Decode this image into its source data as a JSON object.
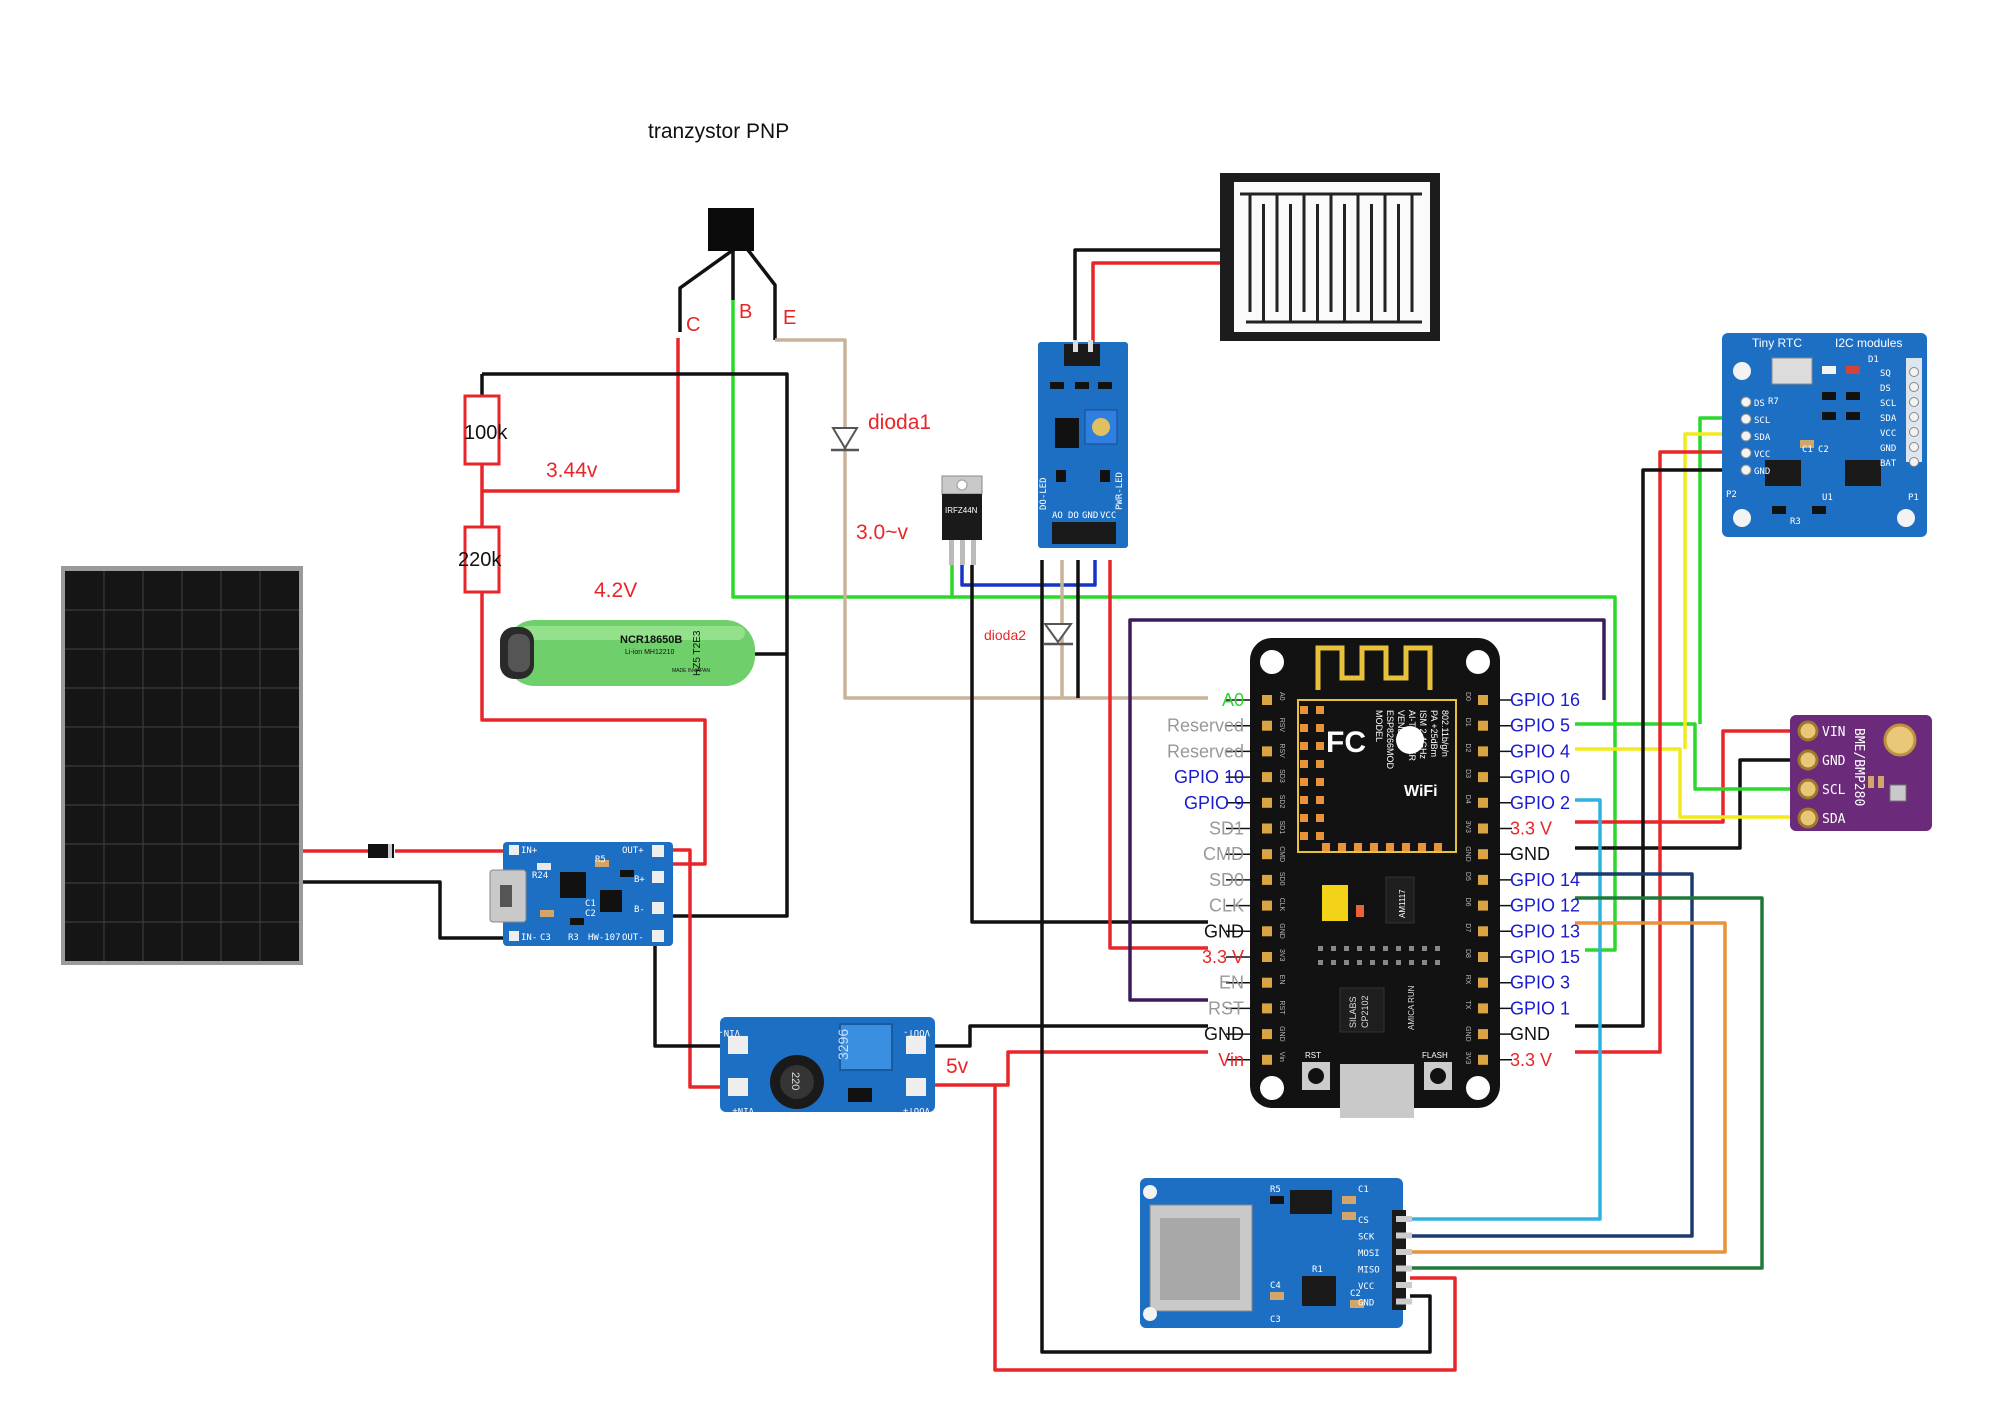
{
  "title": "tranzystor PNP",
  "transistor_pins": {
    "c": "C",
    "b": "B",
    "e": "E"
  },
  "labels": {
    "r1": "100k",
    "r2": "220k",
    "v_divider": "3.44v",
    "v_battery": "4.2V",
    "diode1": "dioda1",
    "v_diode": "3.0~v",
    "diode2": "dioda2",
    "v_boost": "5v"
  },
  "battery": {
    "model": "NCR18650B",
    "chem": "Li-ion MH12210",
    "code": "HZ5 T2E3",
    "made": "MADE IN JAPAN"
  },
  "mosfet": {
    "label": "IRFZ44N"
  },
  "rain_module": {
    "pins": [
      "AO",
      "DO",
      "GND",
      "VCC"
    ],
    "side_left": "DO-LED",
    "side_right": "PWR-LED"
  },
  "charger": {
    "pins": [
      "IN+",
      "IN-",
      "OUT+",
      "B+",
      "B-",
      "OUT-"
    ],
    "parts": [
      "R24",
      "C1",
      "C2",
      "R5",
      "C3",
      "R3"
    ],
    "name": "HW-107"
  },
  "boost": {
    "pins": [
      "VIN-",
      "VIN+",
      "VOUT-",
      "VOUT+"
    ],
    "pot": "3296",
    "inductor": "220"
  },
  "rtc": {
    "title": "Tiny RTC",
    "subtitle": "I2C modules",
    "pins_left": [
      "DS",
      "SCL",
      "SDA",
      "VCC",
      "GND"
    ],
    "pins_right": [
      "SQ",
      "DS",
      "SCL",
      "SDA",
      "VCC",
      "GND",
      "BAT"
    ],
    "tags": [
      "P1",
      "P2",
      "R7",
      "C1",
      "C2",
      "D1",
      "R3",
      "U1"
    ]
  },
  "bme": {
    "name": "BME/BMP280",
    "pins": [
      "VIN",
      "GND",
      "SCL",
      "SDA"
    ]
  },
  "sd": {
    "pins": [
      "CS",
      "SCK",
      "MOSI",
      "MISO",
      "VCC",
      "GND"
    ],
    "parts": [
      "R5",
      "C1",
      "C3",
      "C4",
      "C2",
      "R1"
    ]
  },
  "nodemcu": {
    "left_pins": [
      "A0",
      "Reserved",
      "Reserved",
      "GPIO 10",
      "GPIO 9",
      "SD1",
      "CMD",
      "SD0",
      "CLK",
      "GND",
      "3.3 V",
      "EN",
      "RST",
      "GND",
      "Vin"
    ],
    "right_pins": [
      "GPIO 16",
      "GPIO 5",
      "GPIO 4",
      "GPIO 0",
      "GPIO 2",
      "3.3 V",
      "GND",
      "GPIO 14",
      "GPIO 12",
      "GPIO 13",
      "GPIO 15",
      "GPIO 3",
      "GPIO 1",
      "GND",
      "3.3 V"
    ],
    "silk_left": [
      "A0",
      "RSV",
      "RSV",
      "SD3",
      "SD2",
      "SD1",
      "CMD",
      "SD0",
      "CLK",
      "GND",
      "3V3",
      "EN",
      "RST",
      "GND",
      "Vin"
    ],
    "silk_right": [
      "D0",
      "D1",
      "D2",
      "D3",
      "D4",
      "3V3",
      "GND",
      "D5",
      "D6",
      "D7",
      "D8",
      "RX",
      "TX",
      "GND",
      "3V3"
    ],
    "chip_lines": [
      "MODEL",
      "ESP8266MOD",
      "VENDOR",
      "AI-THINKER",
      "ISM 2.4GHz",
      "PA +25dBm",
      "802.11b/g/n"
    ],
    "wifi": "WiFi",
    "fc": "FC",
    "usb_chip": [
      "SILABS",
      "CP2102"
    ],
    "regulator": "AM1117",
    "brand": "AMICA RUN",
    "rst_btn": "RST",
    "flash_btn": "FLASH"
  },
  "colors": {
    "red": "#e8262a",
    "black": "#111111",
    "green": "#2bd92b",
    "yellow": "#f2ea1c",
    "blue": "#1434c8",
    "tan": "#c8b49a",
    "purple": "#3b1c5a",
    "cyan": "#30b3e0",
    "navy": "#1c3a6e",
    "orange": "#e8923a",
    "darkgreen": "#1f7a3a",
    "label_red": "#e8262a",
    "label_blue": "#1a1ad0",
    "label_grey": "#999999"
  }
}
